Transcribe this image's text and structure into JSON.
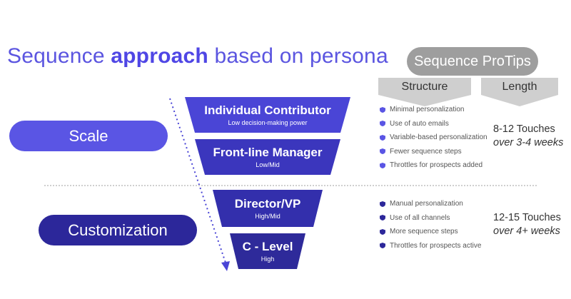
{
  "title": {
    "prefix": "Sequence ",
    "bold": "approach",
    "suffix": " based on persona"
  },
  "protips": {
    "label": "Sequence ProTips"
  },
  "headers": {
    "structure": "Structure",
    "length": "Length"
  },
  "funnel": [
    {
      "name": "Individual Contributor",
      "sub": "Low decision-making power"
    },
    {
      "name": "Front-line Manager",
      "sub": "Low/Mid"
    },
    {
      "name": "Director/VP",
      "sub": "High/Mid"
    },
    {
      "name": "C - Level",
      "sub": "High"
    }
  ],
  "groups": {
    "scale": {
      "label": "Scale"
    },
    "customization": {
      "label": "Customization"
    }
  },
  "structure_scale": [
    "Minimal personalization",
    "Use of auto emails",
    "Variable-based personalization",
    "Fewer sequence steps",
    "Throttles for prospects added"
  ],
  "structure_custom": [
    "Manual personalization",
    "Use of all channels",
    "More sequence steps",
    "Throttles for prospects active"
  ],
  "length_scale": {
    "touches": "8-12 Touches",
    "duration": "over 3-4 weeks"
  },
  "length_custom": {
    "touches": "12-15 Touches",
    "duration": "over 4+ weeks"
  },
  "colors": {
    "title": "#5b55e0",
    "seg_light": "#4a45d6",
    "seg_dark": "#2e2a9a",
    "pill_light": "#5a55e4",
    "pill_dark": "#2c279a",
    "gray": "#9e9e9e",
    "header_gray": "#cfcfcf"
  }
}
